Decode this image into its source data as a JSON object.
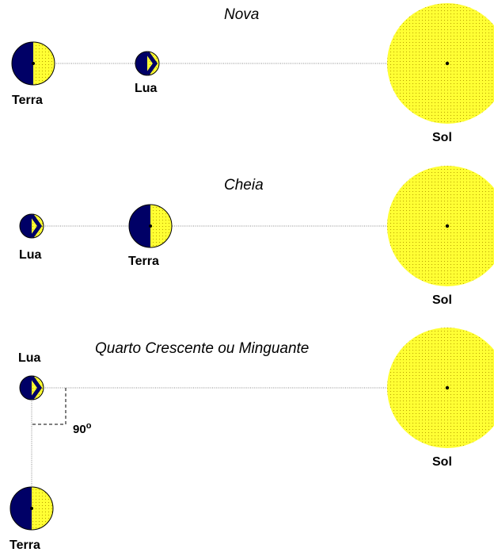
{
  "panels": [
    {
      "title": "Nova",
      "earth_label": "Terra",
      "moon_label": "Lua",
      "sun_label": "Sol"
    },
    {
      "title": "Cheia",
      "earth_label": "Terra",
      "moon_label": "Lua",
      "sun_label": "Sol"
    },
    {
      "title": "Quarto Crescente ou Minguante",
      "earth_label": "Terra",
      "moon_label": "Lua",
      "sun_label": "Sol",
      "angle_label": "90",
      "angle_symbol": "o"
    }
  ],
  "colors": {
    "sun": "#ffff33",
    "sun_dots": "#b8a000",
    "night_side": "#000066",
    "day_side": "#ffff33",
    "line": "#8a8a8a"
  }
}
